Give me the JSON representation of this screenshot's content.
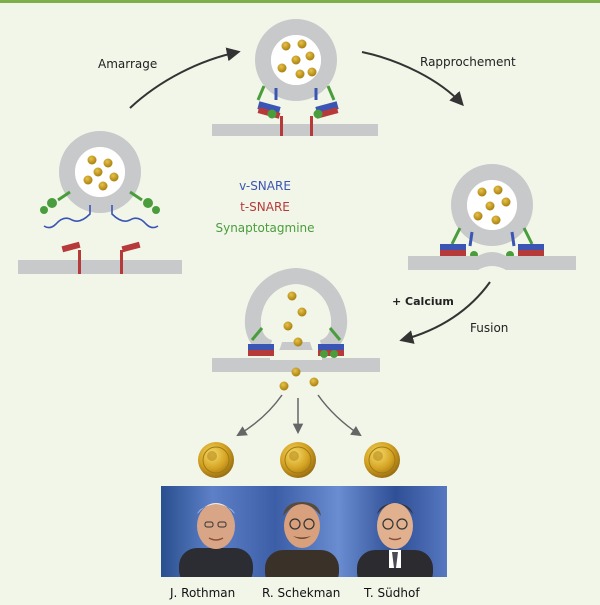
{
  "steps": {
    "docking": "Amarrage",
    "approach": "Rapprochement",
    "calcium": "+ Calcium",
    "fusion": "Fusion"
  },
  "legend": [
    {
      "label": "v-SNARE",
      "color": "#3a55b4"
    },
    {
      "label": "t-SNARE",
      "color": "#b73a3a"
    },
    {
      "label": "Synaptotagmine",
      "color": "#4a9d3d"
    }
  ],
  "laureates": [
    "J. Rothman",
    "R. Schekman",
    "T. Südhof"
  ],
  "colors": {
    "membrane": "#c8c9cb",
    "granule": "#c79a1f",
    "v_snare": "#3a55b4",
    "t_snare": "#b73a3a",
    "synaptotagmin": "#4a9d3d",
    "arrow": "#333333",
    "medal": "#d4a323"
  }
}
